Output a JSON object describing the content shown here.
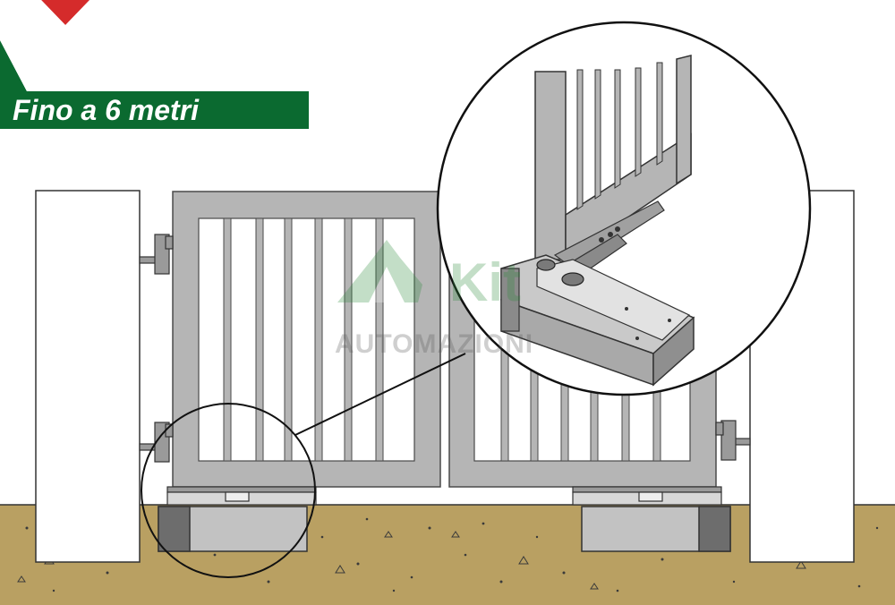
{
  "banner": {
    "text": "Fino a 6 metri"
  },
  "watermark": {
    "brand": "Kit",
    "subtitle": "AUTOMAZIONI"
  },
  "colors": {
    "flag_green": "#0b6a30",
    "flag_red": "#d52b2b",
    "ground": "#b9a062",
    "gate_frame": "#b5b5b5",
    "gate_outline": "#4a4a4a",
    "pillar": "#ffffff",
    "motor_box": "#bdbdbd",
    "motor_dark": "#6d6d6d"
  }
}
